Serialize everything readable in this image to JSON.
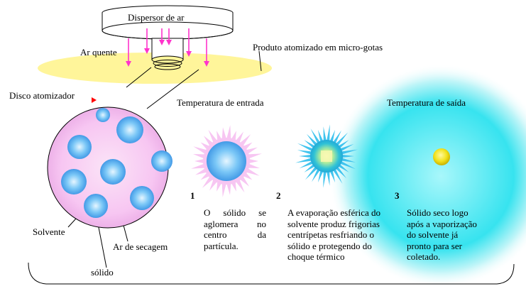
{
  "labels": {
    "dispersor": "Dispersor de ar",
    "ar_quente": "Ar quente",
    "produto": "Produto atomizado em micro-gotas",
    "disco": "Disco atomizador",
    "temp_entrada": "Temperatura de entrada",
    "temp_saida": "Temperatura de saída",
    "solvente": "Solvente",
    "ar_secagem": "Ar de secagem",
    "solido": "sólido"
  },
  "steps": [
    {
      "number": "1",
      "text": "O sólido se aglomera no centro da partícula."
    },
    {
      "number": "2",
      "text": "A evaporação esférica do solvente produz frigorias centrípetas resfriando o sólido e protegendo do choque térmico"
    },
    {
      "number": "3",
      "text": "Sólido seco logo após a vaporização do solvente já pronto para ser coletado."
    }
  ],
  "colors": {
    "air_arrow": "#ff33cc",
    "spray_cloud": "#fff59a",
    "drop_fill": "#f7c6f2",
    "solvent_blue": "#3a9be8",
    "outlet_cyan": "#2ee6f0",
    "solid_yellow": "#f0e020",
    "marker_red": "#ff0000"
  }
}
